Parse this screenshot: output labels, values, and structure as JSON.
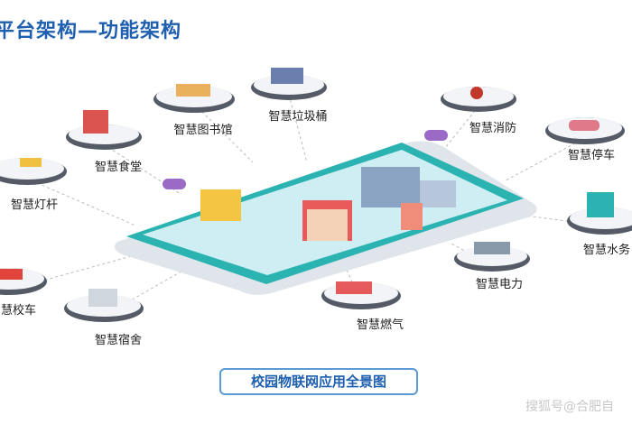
{
  "title": "平台架构—功能架构",
  "nodes": [
    {
      "label": "智慧图书馆",
      "icon": "library-icon"
    },
    {
      "label": "智慧垃圾桶",
      "icon": "trash-bin-icon"
    },
    {
      "label": "智慧消防",
      "icon": "fire-safety-icon"
    },
    {
      "label": "智慧停车",
      "icon": "car-icon"
    },
    {
      "label": "智慧食堂",
      "icon": "canteen-icon"
    },
    {
      "label": "智慧灯杆",
      "icon": "street-lamp-icon"
    },
    {
      "label": "智慧水务",
      "icon": "water-icon"
    },
    {
      "label": "智慧电力",
      "icon": "power-icon"
    },
    {
      "label": "智慧校车",
      "icon": "school-bus-icon"
    },
    {
      "label": "智慧宿舍",
      "icon": "dormitory-icon"
    },
    {
      "label": "智慧燃气",
      "icon": "gas-icon"
    }
  ],
  "caption": "校园物联网应用全景图",
  "watermark": "搜狐号@合肥自",
  "colors": {
    "title": "#1f5fb0",
    "phone": "#2bb3b1",
    "caption_border": "#5a9bd5"
  }
}
